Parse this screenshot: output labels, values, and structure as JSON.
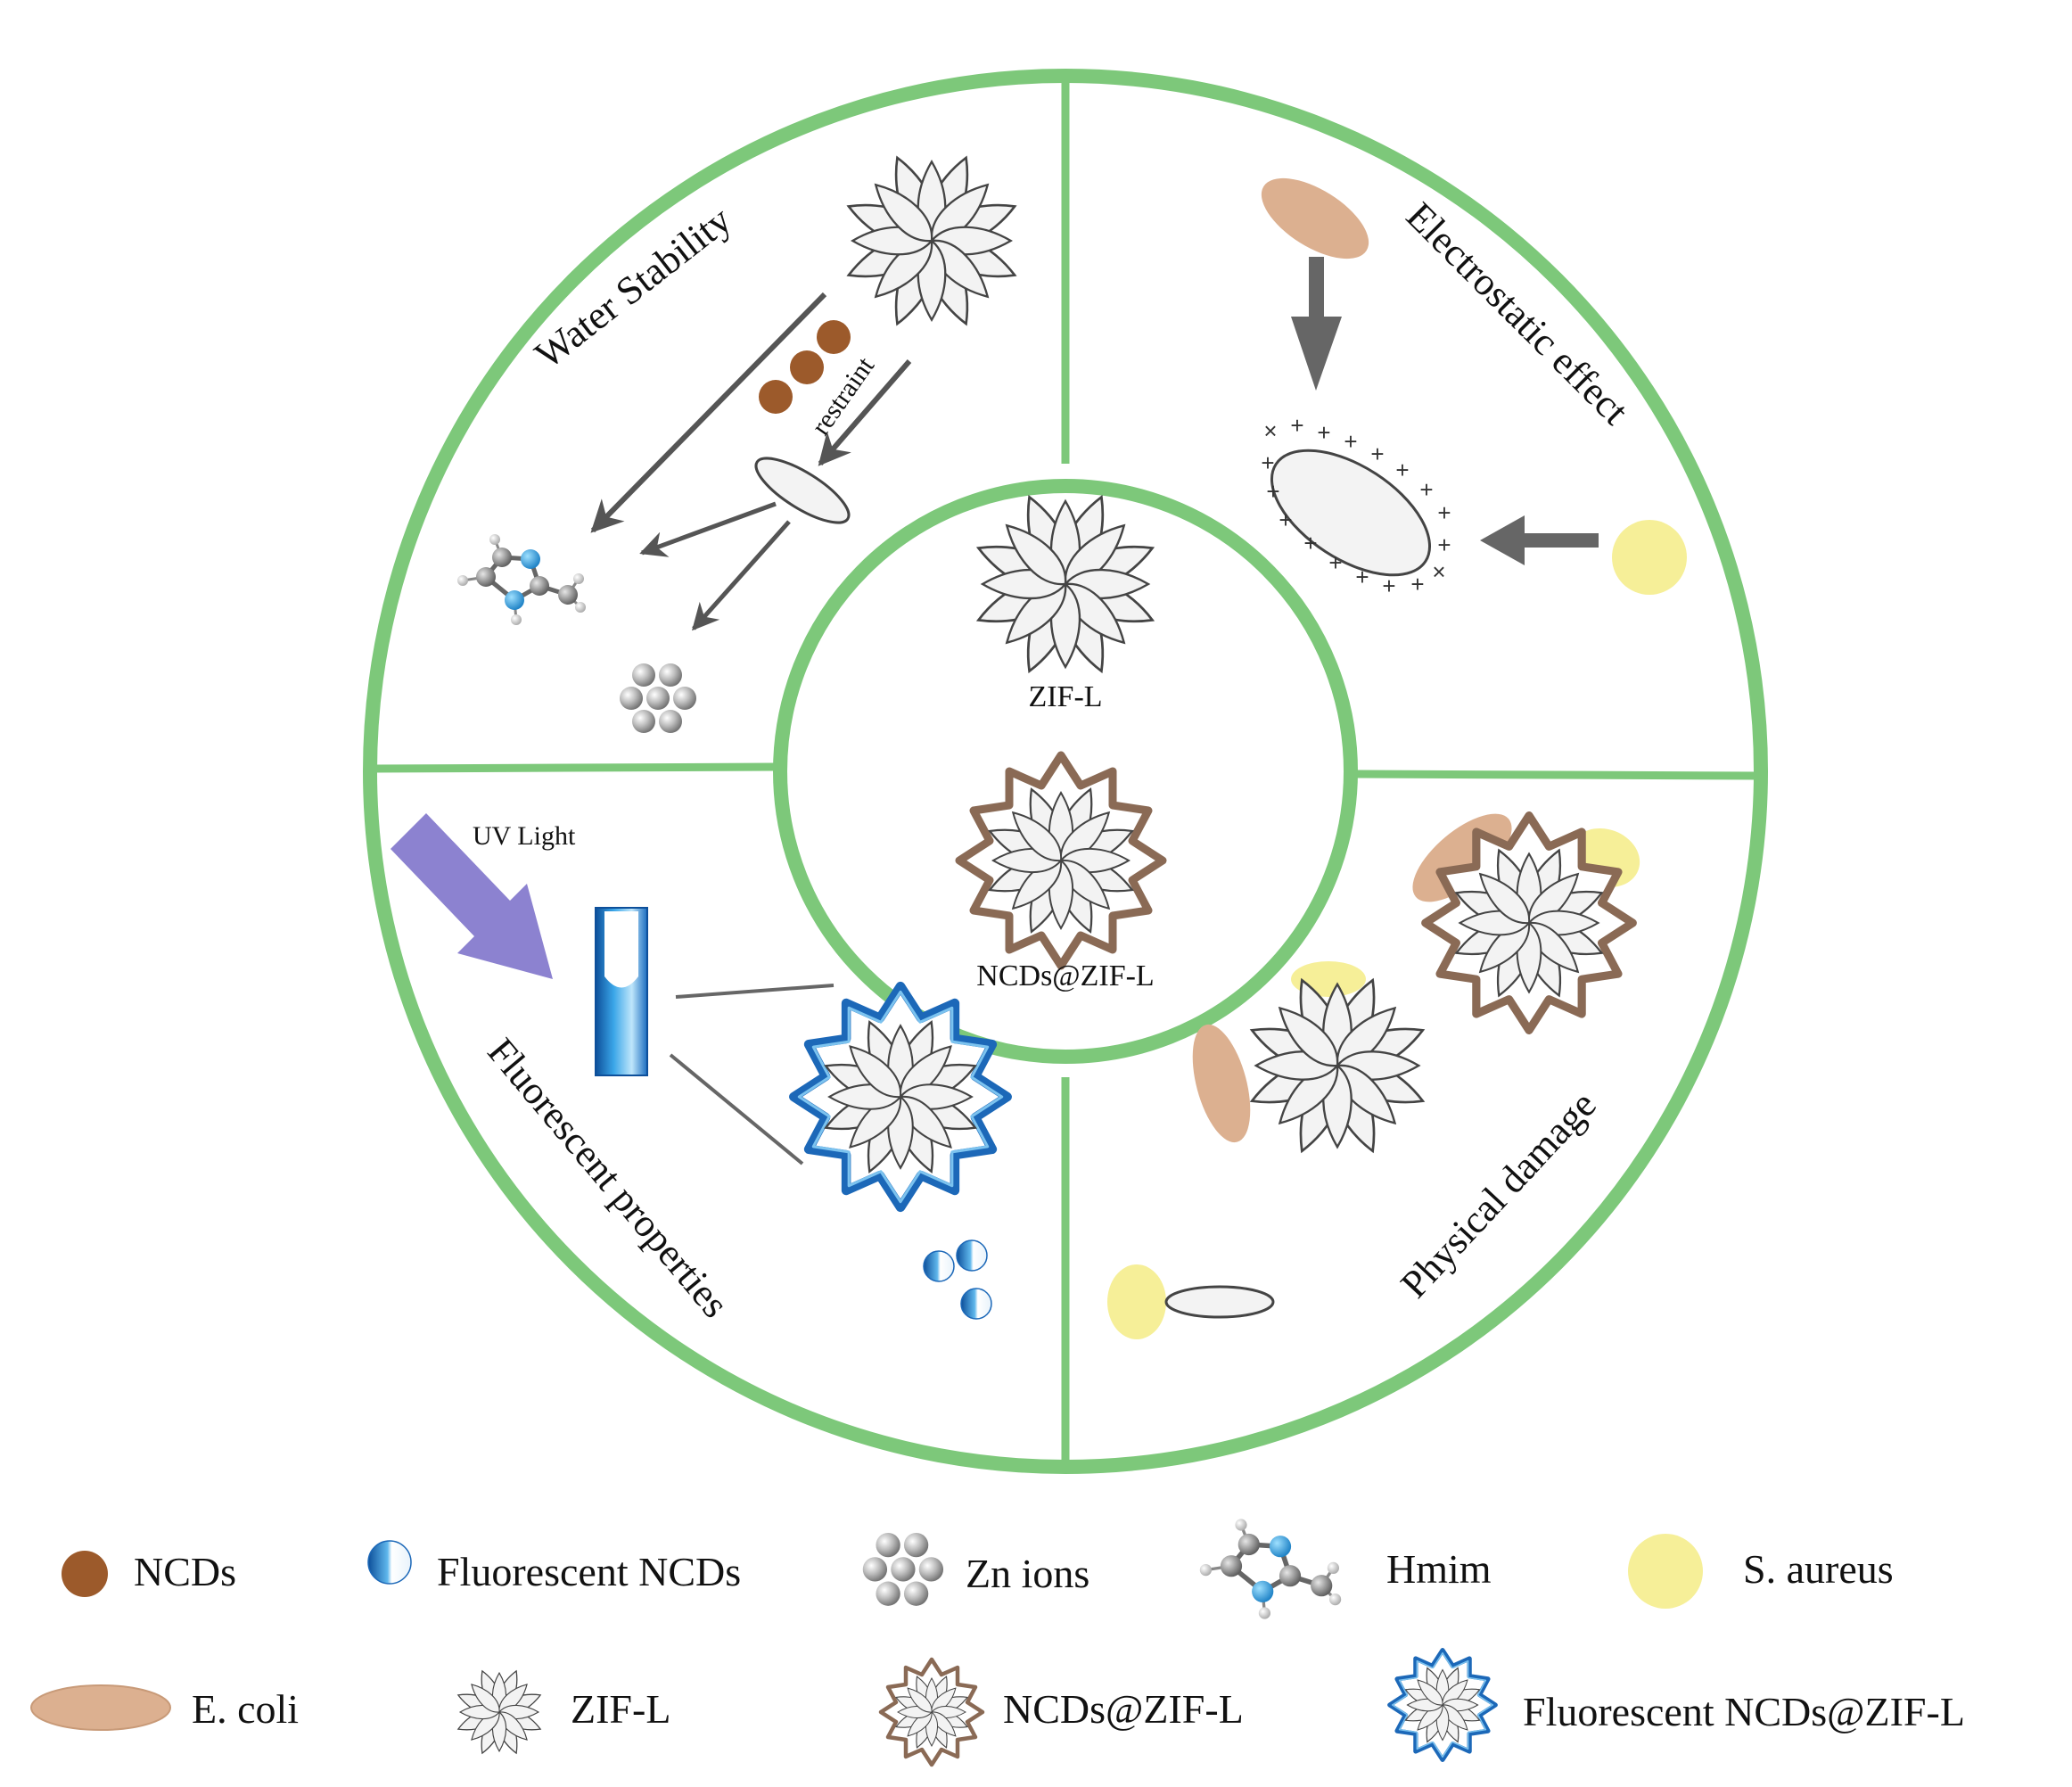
{
  "colors": {
    "ring": "#7dc87a",
    "ncd": "#9c5a2b",
    "ecoli": "#dcb090",
    "saureus": "#f6ef98",
    "fluor": "#1c68b8",
    "uv_arrow": "#8c82d0",
    "flower_fill": "#f2f2f2",
    "flower_stroke": "#444444",
    "ncd_border": "#8a6a55"
  },
  "center": {
    "zif_label": "ZIF-L",
    "ncd_zif_label": "NCDs@ZIF-L"
  },
  "quadrants": {
    "water_stability": {
      "title": "Water Stability",
      "restraint": "restraint"
    },
    "electrostatic": {
      "title": "Electrostatic effect"
    },
    "fluorescent": {
      "title": "Fluorescent properties",
      "uv": "UV Light"
    },
    "physical": {
      "title": "Physical damage"
    }
  },
  "legend": {
    "ncds": "NCDs",
    "fluorescent_ncds": "Fluorescent NCDs",
    "zn_ions": "Zn ions",
    "hmim": "Hmim",
    "s_aureus": "S. aureus",
    "e_coli": "E. coli",
    "zif_l": "ZIF-L",
    "ncds_zif_l": "NCDs@ZIF-L",
    "fluorescent_ncds_zif_l": "Fluorescent NCDs@ZIF-L"
  }
}
